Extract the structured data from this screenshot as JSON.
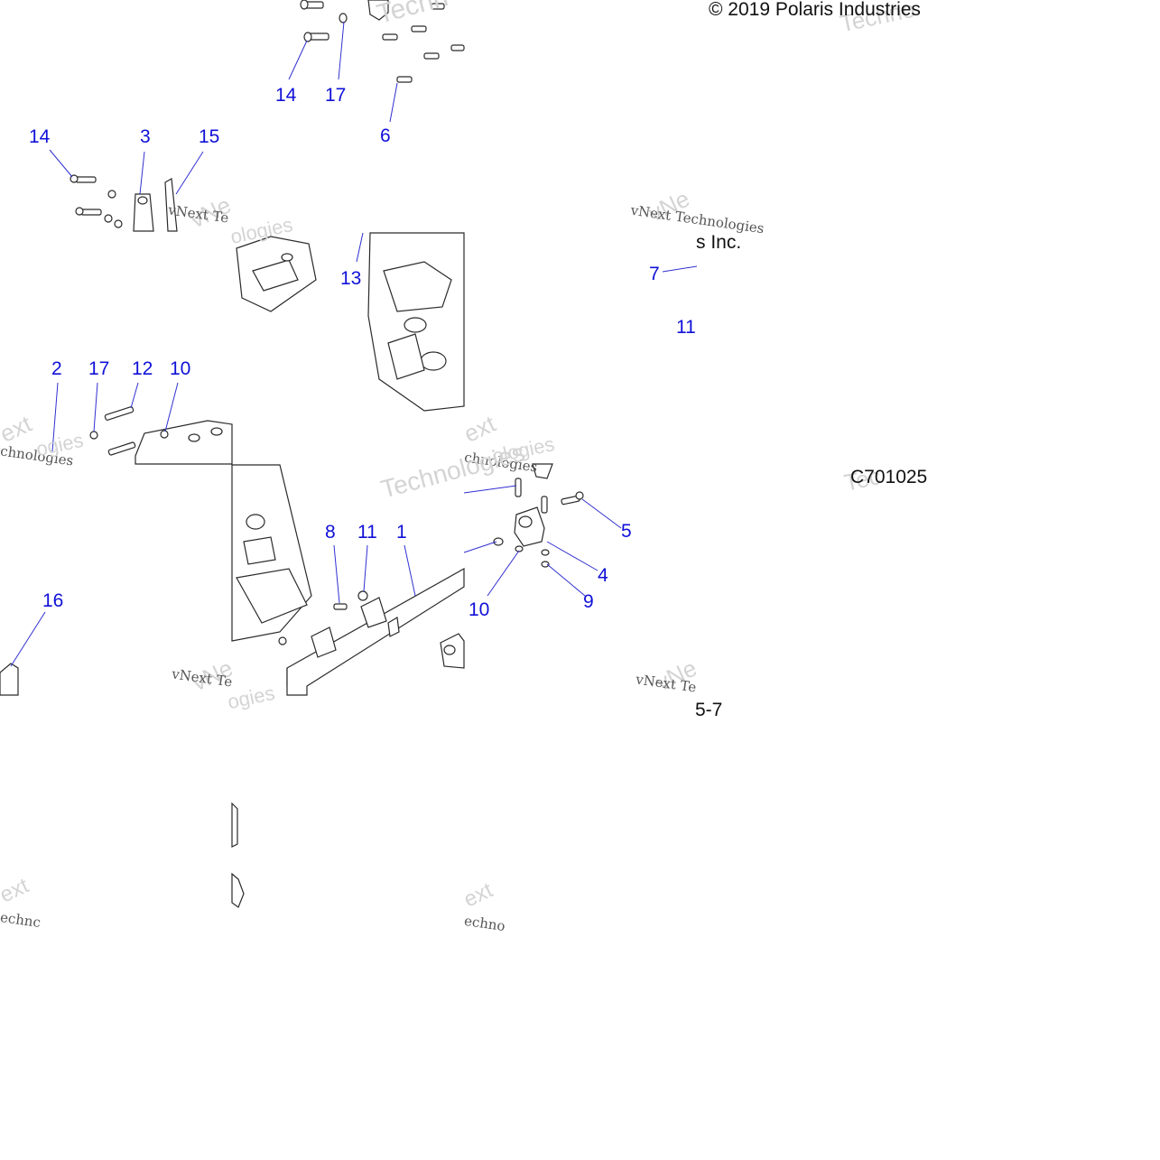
{
  "copyright": "© 2019 Polaris Industries",
  "fragment_inc": "s Inc.",
  "drawing_number": "C701025",
  "page_ref": "5-7",
  "watermark": {
    "company": "vNext Technologies",
    "short_next": "Next",
    "short_tech": "Techno",
    "fragments": [
      "vNext Te",
      "Technologies",
      "chnologies",
      "ext",
      "Techn",
      "Techno",
      "echno",
      "echnc",
      "vNe",
      "ext",
      "ologies",
      "ogies",
      "Tec"
    ]
  },
  "callouts": [
    {
      "id": "c14a",
      "label": "14"
    },
    {
      "id": "c17a",
      "label": "17"
    },
    {
      "id": "c6",
      "label": "6"
    },
    {
      "id": "c14b",
      "label": "14"
    },
    {
      "id": "c3",
      "label": "3"
    },
    {
      "id": "c15",
      "label": "15"
    },
    {
      "id": "c13",
      "label": "13"
    },
    {
      "id": "c7",
      "label": "7"
    },
    {
      "id": "c11a",
      "label": "11"
    },
    {
      "id": "c2",
      "label": "2"
    },
    {
      "id": "c17b",
      "label": "17"
    },
    {
      "id": "c12",
      "label": "12"
    },
    {
      "id": "c10a",
      "label": "10"
    },
    {
      "id": "c8",
      "label": "8"
    },
    {
      "id": "c11b",
      "label": "11"
    },
    {
      "id": "c1",
      "label": "1"
    },
    {
      "id": "c5",
      "label": "5"
    },
    {
      "id": "c4",
      "label": "4"
    },
    {
      "id": "c9",
      "label": "9"
    },
    {
      "id": "c10b",
      "label": "10"
    },
    {
      "id": "c16",
      "label": "16"
    }
  ],
  "colors": {
    "callout": "#1010d8",
    "leader": "#3030d0",
    "line_art": "#2a2a2a",
    "watermark": "#cfcfcf"
  }
}
